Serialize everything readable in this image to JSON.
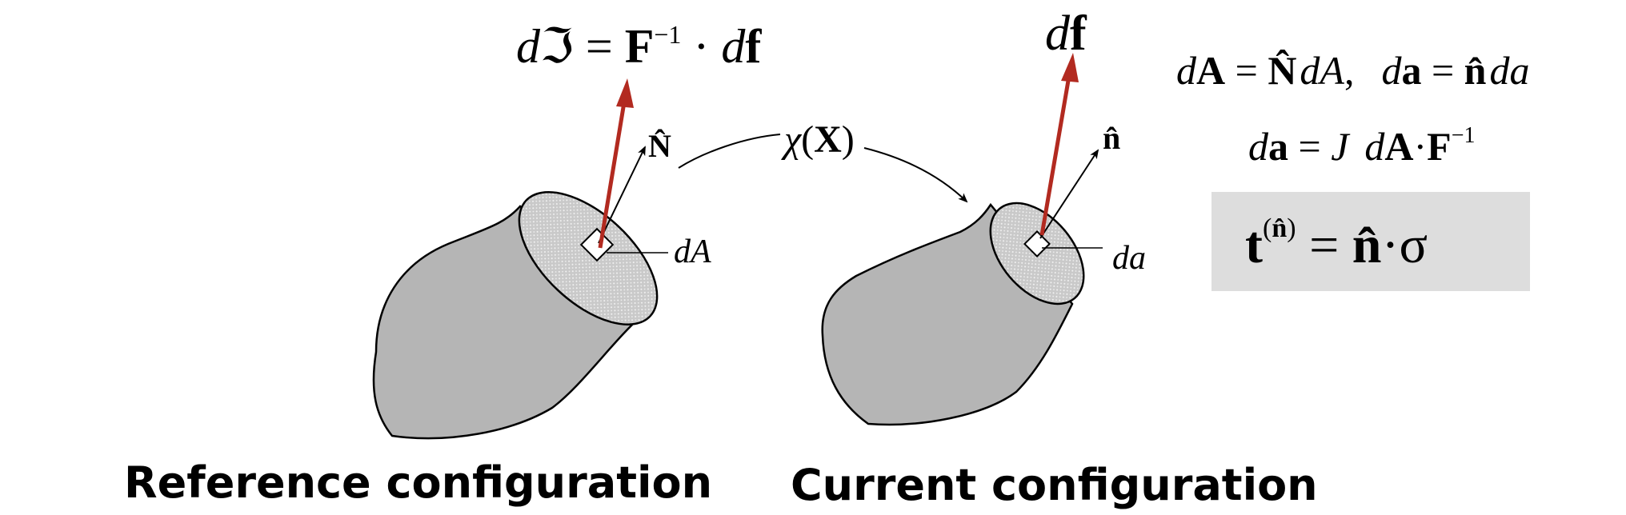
{
  "reference": {
    "force_eq": {
      "d": "d",
      "frak": "ℑ",
      "eq": " = ",
      "F": "F",
      "sup": "−1",
      "dot": " · ",
      "df_d": "d",
      "df_f": "f"
    },
    "normal_label": "N̂",
    "area_label": "dA",
    "caption": "Reference configuration"
  },
  "mapping": {
    "chi": "χ",
    "paren_open": "(",
    "X": "X",
    "paren_close": ")"
  },
  "current": {
    "force_d": "d",
    "force_f": "f",
    "normal_label": "n̂",
    "area_label": "da",
    "caption": "Current configuration"
  },
  "equations": {
    "line1": {
      "d1": "d",
      "A1": "A",
      "eq1": " = ",
      "N": "N̂",
      "dA2": "dA",
      "comma": ",",
      "d2": "d",
      "a1": "a",
      "eq2": " = ",
      "n": "n̂",
      "da2": "da"
    },
    "line2": {
      "d": "d",
      "a": "a",
      "eq": " = ",
      "J": "J",
      "dA_d": "d",
      "dA_A": "A",
      "dot": "·",
      "F": "F",
      "sup": "−1"
    }
  },
  "boxed": {
    "t": "t",
    "sup_open": "(",
    "sup_n": "n̂",
    "sup_close": ")",
    "eq": " = ",
    "n": "n̂",
    "dot": "·",
    "sigma": "σ"
  },
  "colors": {
    "force_arrow": "#b22a20",
    "body_fill": "#b5b5b5",
    "face_fill": "#cfcfcf",
    "box_fill": "#dddddd"
  }
}
